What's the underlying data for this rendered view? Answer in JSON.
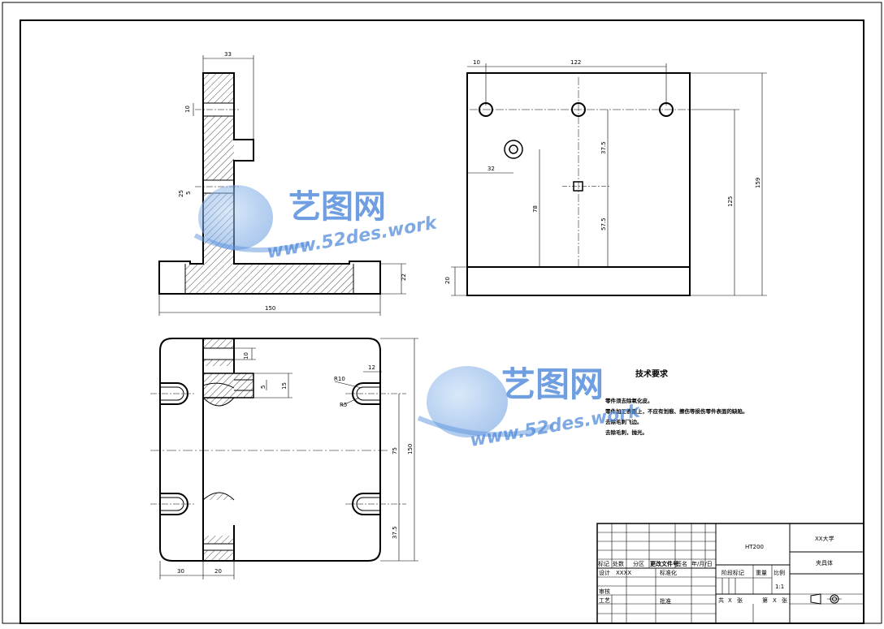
{
  "dimensions": {
    "side_top_width": "33",
    "side_hole": "10",
    "side_small1": "25",
    "side_small2": "5",
    "side_base_height": "22",
    "side_base_width": "150",
    "front_offset_left": "10",
    "front_hole_span": "122",
    "front_boss_offset": "32",
    "front_v1": "37.5",
    "front_v2": "78",
    "front_v3": "57.5",
    "front_h1": "125",
    "front_h2": "159",
    "front_base": "20",
    "top_hole": "10",
    "top_slot1": "5",
    "top_slot2": "15",
    "top_r10": "R10",
    "top_r5": "R5",
    "top_12": "12",
    "top_75": "75",
    "top_150": "150",
    "top_37_5": "37.5",
    "top_30": "30",
    "top_20": "20"
  },
  "tech_requirements": {
    "title": "技术要求",
    "items": [
      "零件须去除氧化皮。",
      "零件加工表面上，不应有划痕、擦伤等损伤零件表面的缺陷。",
      "去除毛刺飞边。",
      "去除毛刺，抛光。"
    ]
  },
  "title_block": {
    "material": "HT200",
    "school": "XX大学",
    "part_name": "夹具体",
    "hdr_mark": "标记",
    "hdr_count": "处数",
    "hdr_zone": "分区",
    "hdr_docno": "更改文件号",
    "hdr_sign": "签名",
    "hdr_date": "年/月/日",
    "design": "设计",
    "designer": "XXXX",
    "standardize": "标准化",
    "stage_mark": "阶段标记",
    "weight": "重量",
    "scale_label": "比例",
    "scale": "1:1",
    "check": "审核",
    "process": "工艺",
    "approve": "批准",
    "total": "共",
    "x1": "X",
    "sheets1": "张",
    "nth": "第",
    "x2": "X",
    "sheets2": "张"
  },
  "watermark": {
    "cn": "艺图网",
    "url": "www.52des.work"
  }
}
